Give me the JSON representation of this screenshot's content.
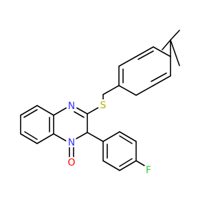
{
  "molecule": {
    "colors": {
      "bond": "#000000",
      "carbon": "#000000",
      "nitrogen": "#3333ff",
      "sulfur": "#b2b200",
      "oxygen": "#ff0000",
      "fluorine": "#33cc33"
    },
    "atoms": {
      "n1": "N",
      "s": "S",
      "n3": "N",
      "o": "O",
      "f": "F"
    }
  }
}
